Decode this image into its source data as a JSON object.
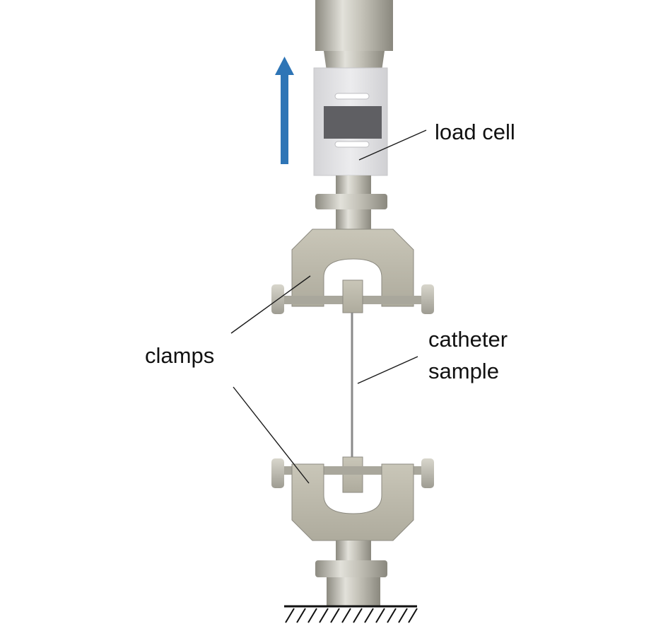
{
  "labels": {
    "load_cell": "load cell",
    "clamps": "clamps",
    "catheter_line1": "catheter",
    "catheter_line2": "sample"
  },
  "colors": {
    "arrow": "#2e75b6",
    "metal_light": "#d8d8d0",
    "metal_mid": "#b8b6aa",
    "metal_dark": "#8c8a80",
    "load_cell_body": "#e6e6e8",
    "load_cell_window": "#5f5f63",
    "leader_line": "#1a1a1a"
  },
  "icons": {
    "direction": "arrow-up-icon",
    "ground": "ground-hatch-icon"
  }
}
